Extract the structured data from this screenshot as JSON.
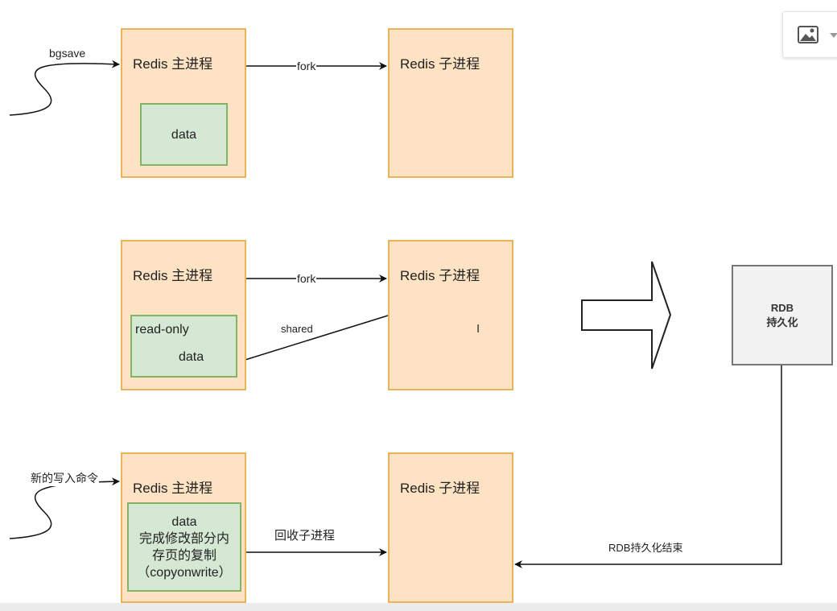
{
  "row1": {
    "main_title": "Redis 主进程",
    "child_title": "Redis 子进程",
    "data_label": "data",
    "edge_fork": "fork",
    "input_label": "bgsave"
  },
  "row2": {
    "main_title": "Redis 主进程",
    "child_title": "Redis 子进程",
    "readonly_label": "read-only",
    "data_label": "data",
    "edge_fork": "fork",
    "edge_shared": "shared"
  },
  "row3": {
    "main_title": "Redis 主进程",
    "child_title": "Redis 子进程",
    "data_lines": [
      "data",
      "完成修改部分内",
      "存页的复制",
      "（copyonwrite）"
    ],
    "input_label": "新的写入命令",
    "edge_reclaim": "回收子进程",
    "edge_rdb_end": "RDB持久化结束"
  },
  "rdb": {
    "line1": "RDB",
    "line2": "持久化"
  },
  "toolbar": {
    "icon": "image-icon",
    "dropdown": "caret-down-icon"
  }
}
